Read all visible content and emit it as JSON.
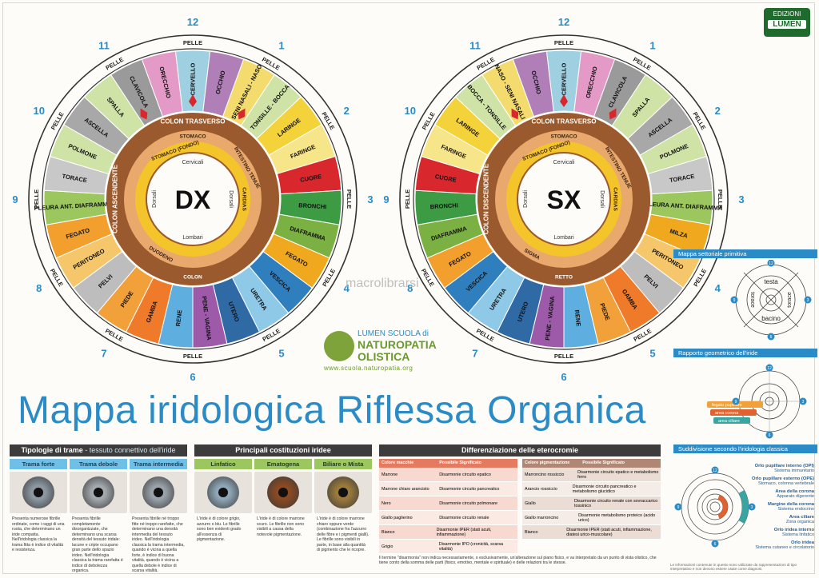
{
  "title": "Mappa iridologica Riflessa Organica",
  "publisher": {
    "top": "EDIZIONI",
    "brand": "LUMEN"
  },
  "school": {
    "line1": "LUMEN SCUOLA di",
    "line2": "NATUROPATIA",
    "line3": "OLISTICA",
    "url": "www.scuola.naturopatia.org"
  },
  "watermark": "macrolibrarsi",
  "iris_dx": {
    "center_label": "DX",
    "skin_label": "PELLE",
    "clock": [
      "12",
      "1",
      "2",
      "3",
      "4",
      "5",
      "6",
      "7",
      "8",
      "9",
      "10",
      "11"
    ],
    "inner_labels": {
      "top": "Cervicali",
      "bottom": "Lombari",
      "left": "Dorsali",
      "right": "Dorsali"
    },
    "ring_labels": [
      "COLON TRASVERSO",
      "STOMACO",
      "COLON ASCENDENTE",
      "INTESTINO TENUE",
      "DUODENO",
      "COLON",
      "STOMACO (FONDO)",
      "CARDIAS"
    ],
    "sectors": [
      {
        "label": "CERVELLO",
        "color": "#9fd0e2"
      },
      {
        "label": "OCCHIO",
        "color": "#b07fb8"
      },
      {
        "label": "SENI NASALI - NASO",
        "color": "#f3dc6d"
      },
      {
        "label": "TONSILLE - BOCCA",
        "color": "#cfe3a6"
      },
      {
        "label": "LARINGE",
        "color": "#f4d23a"
      },
      {
        "label": "FARINGE",
        "color": "#f7e58a"
      },
      {
        "label": "CUORE",
        "color": "#d9272e"
      },
      {
        "label": "BRONCHI",
        "color": "#3d9b44"
      },
      {
        "label": "DIAFRAMMA",
        "color": "#7bb043"
      },
      {
        "label": "FEGATO",
        "color": "#f0a81f"
      },
      {
        "label": "VESCICA",
        "color": "#2f7fbf"
      },
      {
        "label": "URETRA",
        "color": "#8fc9e8"
      },
      {
        "label": "UTERO",
        "color": "#2f6aa5"
      },
      {
        "label": "PENE - VAGINA",
        "color": "#9d5aa8"
      },
      {
        "label": "RENE",
        "color": "#5eaee0"
      },
      {
        "label": "GAMBA",
        "color": "#ef7a2a"
      },
      {
        "label": "PIEDE",
        "color": "#f2a13a"
      },
      {
        "label": "PELVI",
        "color": "#bdbdbd"
      },
      {
        "label": "PERITONEO",
        "color": "#f6c76a"
      },
      {
        "label": "FEGATO",
        "color": "#f39f2e"
      },
      {
        "label": "PLEURA ANT. DIAFRAMMA",
        "color": "#9cc65e"
      },
      {
        "label": "TORACE",
        "color": "#c8c8c8"
      },
      {
        "label": "POLMONE",
        "color": "#cfe3a6"
      },
      {
        "label": "ASCELLA",
        "color": "#a8a8a8"
      },
      {
        "label": "SPALLA",
        "color": "#cfe3a6"
      },
      {
        "label": "CLAVICOLA",
        "color": "#9a9a9a"
      },
      {
        "label": "ORECCHIO",
        "color": "#e49ac6"
      }
    ]
  },
  "iris_sx": {
    "center_label": "SX",
    "skin_label": "PELLE",
    "clock": [
      "12",
      "1",
      "2",
      "3",
      "4",
      "5",
      "6",
      "7",
      "8",
      "9",
      "10",
      "11"
    ],
    "inner_labels": {
      "top": "Cervicali",
      "bottom": "Lombari",
      "left": "Dorsali",
      "right": "Dorsali"
    },
    "ring_labels": [
      "COLON TRASVERSO",
      "STOMACO",
      "COLON DISCENDENTE",
      "INTESTINO TENUE",
      "SIGMA",
      "RETTO",
      "STOMACO (FONDO)",
      "CARDIAS"
    ],
    "sectors": [
      {
        "label": "CERVELLO",
        "color": "#9fd0e2"
      },
      {
        "label": "ORECCHIO",
        "color": "#e49ac6"
      },
      {
        "label": "CLAVICOLA",
        "color": "#9a9a9a"
      },
      {
        "label": "SPALLA",
        "color": "#cfe3a6"
      },
      {
        "label": "ASCELLA",
        "color": "#a8a8a8"
      },
      {
        "label": "POLMONE",
        "color": "#cfe3a6"
      },
      {
        "label": "TORACE",
        "color": "#c8c8c8"
      },
      {
        "label": "PLEURA ANT. DIAFRAMMA",
        "color": "#9cc65e"
      },
      {
        "label": "MILZA",
        "color": "#f0a81f"
      },
      {
        "label": "PERITONEO",
        "color": "#f6c76a"
      },
      {
        "label": "PELVI",
        "color": "#bdbdbd"
      },
      {
        "label": "GAMBA",
        "color": "#ef7a2a"
      },
      {
        "label": "PIEDE",
        "color": "#f2a13a"
      },
      {
        "label": "RENE",
        "color": "#5eaee0"
      },
      {
        "label": "PENE - VAGINA",
        "color": "#9d5aa8"
      },
      {
        "label": "UTERO",
        "color": "#2f6aa5"
      },
      {
        "label": "URETRA",
        "color": "#8fc9e8"
      },
      {
        "label": "VESCICA",
        "color": "#2f7fbf"
      },
      {
        "label": "FEGATO",
        "color": "#f39f2e"
      },
      {
        "label": "DIAFRAMMA",
        "color": "#7bb043"
      },
      {
        "label": "BRONCHI",
        "color": "#3d9b44"
      },
      {
        "label": "CUORE",
        "color": "#d9272e"
      },
      {
        "label": "FARINGE",
        "color": "#f7e58a"
      },
      {
        "label": "LARINGE",
        "color": "#f4d23a"
      },
      {
        "label": "BOCCA - TONSILLE",
        "color": "#cfe3a6"
      },
      {
        "label": "NASO - SENI NASALI",
        "color": "#f3dc6d"
      },
      {
        "label": "OCCHIO",
        "color": "#b07fb8"
      }
    ]
  },
  "panels": {
    "trame": {
      "title": "Tipologie di trame",
      "subtitle": " - tessuto connettivo dell'iride",
      "cols": [
        {
          "head": "Trama forte",
          "text": "Presenta numerose fibrille ordinate, come i raggi di una ruota, che determinano un iride compatta. Nell'iridologia classica la trama fitta è indice di vitalità e resistenza.",
          "iris": "#8c98a2"
        },
        {
          "head": "Trama debole",
          "text": "Presenta fibrille completamente disorganizzate, che determinano una scarsa densità del tessuto iridale: lacune e cripte occupano gran parte dello spazio irideo. Nell'iridologia classica la trama rarefatta è indice di debolezza organica.",
          "iris": "#a3a9ae"
        },
        {
          "head": "Trama intermedia",
          "text": "Presenta fibrille né troppo fitte né troppo rarefatte, che determinano una densità intermedia del tessuto irideo. Nell'iridologia classica la trama intermedia, quando è vicina a quella forte, è indice di buona vitalità, quando è vicina a quella debole è indice di scarsa vitalità.",
          "iris": "#9aa3ab"
        }
      ]
    },
    "costituzioni": {
      "title": "Principali costituzioni iridee",
      "cols": [
        {
          "head": "Linfatico",
          "text": "L'iride è di colore grigio, azzurro o blu. Le fibrille sono ben evidenti grado all'essenza di pigmentazione.",
          "iris": "#8fa7b8"
        },
        {
          "head": "Ematogena",
          "text": "L'iride è di colore marrone scuro. Le fibrille non sono visibili a causa della notevole pigmentazione.",
          "iris": "#8a4a22"
        },
        {
          "head": "Biliare o Mista",
          "text": "L'iride è di colore marrone chiaro oppure verde (combinazione fra l'azzurro delle fibre e i pigmenti gialli). Le fibrille sono visibili in parte, in base alla quantità di pigmento che le ricopre.",
          "iris": "#9b7a3c"
        }
      ]
    },
    "eterocromie": {
      "title": "Differenziazione delle eterocromie",
      "left_headers": [
        "Colore macchie",
        "Possibile Significato"
      ],
      "left_rows": [
        [
          "Marrone",
          "Disarmonie circuito epatico"
        ],
        [
          "Marrone chiaro arancisto",
          "Disarmonie circuito pancreatico"
        ],
        [
          "Nero",
          "Disarmonie circuito polmonare"
        ],
        [
          "Giallo paglierino",
          "Disarmonie circuito renale"
        ],
        [
          "Bianco",
          "Disarmonie IPER (stati acuti, infiammazione)"
        ],
        [
          "Grigio",
          "Disarmonie IPO (cronicità, scarsa vitalità)"
        ]
      ],
      "right_headers": [
        "Colore pigmentazione",
        "Possibile Significato"
      ],
      "right_rows": [
        [
          "Marroncino rossiccio",
          "Disarmonie circuito epatico e metabolismo ferro"
        ],
        [
          "Arancio rossiccio",
          "Disarmonie circuito pancreatico e metabolismo glucidico"
        ],
        [
          "Giallo",
          "Disarmonie circuito renale con sovraccarico tossinico"
        ],
        [
          "Giallo marroncino",
          "Disarmonie metabolismo proteico (acido urico)"
        ],
        [
          "Bianco",
          "Disarmonie IPER (stati acuti, infiammazione, diatesi urico-muscolare)"
        ]
      ],
      "note": "Il termine \"disarmonia\" non indica necessariamente, o esclusivamente, un'alterazione sul piano fisico, e va interpretato da un punto di vista olistico, che tiene conto della somma delle parti (fisico, emotivo, mentale e spirituale) e delle relazioni tra le stesse."
    }
  },
  "side": {
    "mappa_settoriale": {
      "title": "Mappa settoriale primitiva",
      "labels": {
        "top": "testa",
        "bottom": "bacino",
        "left": "torace",
        "right": "torace"
      },
      "nums": [
        "12",
        "3",
        "6",
        "9"
      ]
    },
    "rapporto": {
      "title": "Rapporto geometrico dell'iride",
      "labels": [
        "fegato pupillare",
        "area corona",
        "area ciliare"
      ],
      "nums": [
        "12",
        "3",
        "6",
        "9"
      ]
    },
    "suddivisione": {
      "title": "Suddivisione secondo l'iridologia classica",
      "nums": [
        "12",
        "3",
        "6",
        "9"
      ],
      "items": [
        {
          "head": "Orlo pupillare interno (OPI)",
          "desc": "Sistema immunitario"
        },
        {
          "head": "Orlo pupillare esterno (OPE)",
          "desc": "Stomaco, colonna vertebrale"
        },
        {
          "head": "Area della corona",
          "desc": "Apparato digerente"
        },
        {
          "head": "Margine della corona",
          "desc": "Sistema endocrino"
        },
        {
          "head": "Area ciliare",
          "desc": "Zona organica"
        },
        {
          "head": "Orlo iridea interno",
          "desc": "Sistema linfatico"
        },
        {
          "head": "Orlo iridea",
          "desc": "Sistema cutaneo e circolatorio"
        }
      ]
    },
    "corner_note": "Le informazioni contenute in questo sono utilizzate da rappresentazioni di tipo interpretativo e non devono essere usate come diagnosi."
  }
}
